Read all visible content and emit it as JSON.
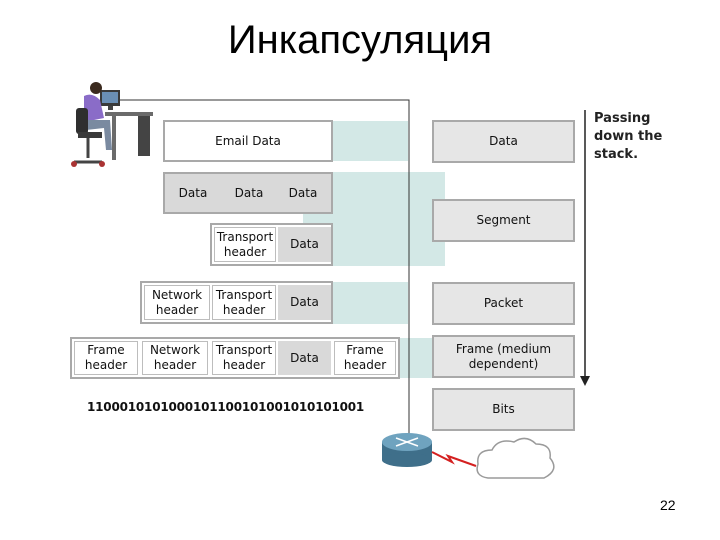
{
  "slide": {
    "title": "Инкапсуляция",
    "page_number": "22"
  },
  "left_stack": {
    "email_data": "Email Data",
    "data_row": [
      "Data",
      "Data",
      "Data"
    ],
    "segment_row": {
      "transport_header": "Transport header",
      "data": "Data"
    },
    "packet_row": {
      "network_header": "Network header",
      "transport_header": "Transport header",
      "data": "Data"
    },
    "frame_row": {
      "frame_header": "Frame header",
      "network_header": "Network header",
      "transport_header": "Transport header",
      "data": "Data",
      "frame_trailer": "Frame header"
    },
    "bits": "1100010101000101100101001010101001"
  },
  "right_stack": {
    "labels": [
      "Data",
      "Segment",
      "Packet",
      "Frame (medium dependent)",
      "Bits"
    ],
    "arrow_caption": "Passing down the stack."
  },
  "icons": [
    "user-at-computer-icon",
    "router-icon",
    "network-cloud-icon",
    "lightning-link-icon"
  ],
  "colors": {
    "band": "#d3e8e6",
    "grey_cell": "#d9d9d9",
    "border": "#a9a9a9"
  }
}
